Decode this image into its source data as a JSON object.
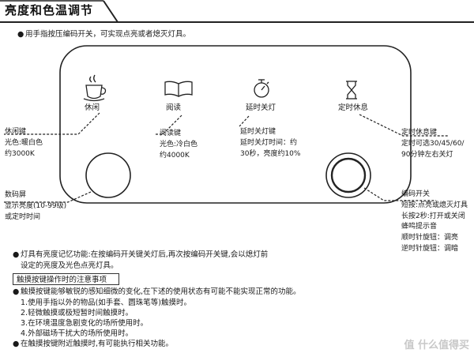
{
  "header": {
    "title": "亮度和色温调节"
  },
  "intro": {
    "bullet": "●",
    "text": "用手指按压编码开关，可实现点亮或者熄灭灯具。"
  },
  "panel": {
    "icons": [
      {
        "icon": "coffee-cup-icon",
        "label": "休闲"
      },
      {
        "icon": "book-icon",
        "label": "阅读"
      },
      {
        "icon": "stopwatch-icon",
        "label": "延时关灯"
      },
      {
        "icon": "hourglass-icon",
        "label": "定时休息"
      }
    ]
  },
  "callouts": {
    "leisure": [
      "休闲键",
      "光色:暖白色",
      "约3000K"
    ],
    "reading": [
      "阅读键",
      "光色:冷白色",
      "约4000K"
    ],
    "delay": [
      "延时关灯键",
      "延时关灯时间：约",
      "30秒，亮度约10%"
    ],
    "timer": [
      "定时休息键",
      "定时可选30/45/60/",
      "90分钟左右关灯"
    ],
    "display": [
      "数码屏",
      "显示亮度(10-99级)",
      "或定时时间"
    ],
    "encoder": [
      "编码开关",
      "短按:点亮或熄灭灯具",
      "长按2秒:打开或关闭",
      "蜂鸣提示音",
      "顺时针旋钮：调亮",
      "逆时针旋钮：调暗"
    ]
  },
  "memory_note": {
    "bullet": "●",
    "line1": "灯具有亮度记忆功能:在按编码开关键关灯后,再次按编码开关键,会以熄灯前",
    "line2": "设定的亮度及光色点亮灯具。"
  },
  "notice_box": {
    "label": "触摸按键操作时的注意事项"
  },
  "touch_notes": {
    "bullet": "●",
    "line1": "触摸按键能够敏锐的感知细微的变化,在下述的使用状态有可能不能实现正常的功能。",
    "items": [
      "1.使用手指以外的物品(如手套、圆珠笔等)触摸时。",
      "2.轻微触摸或极短暂时间触摸时。",
      "3.在环境温度急剧变化的场所使用时。",
      "4.外部磁场干扰大的场所使用时。"
    ],
    "last": "在触摸按键附近触摸时,有可能执行相关功能。"
  },
  "watermark": {
    "text": "值 什么值得买"
  }
}
